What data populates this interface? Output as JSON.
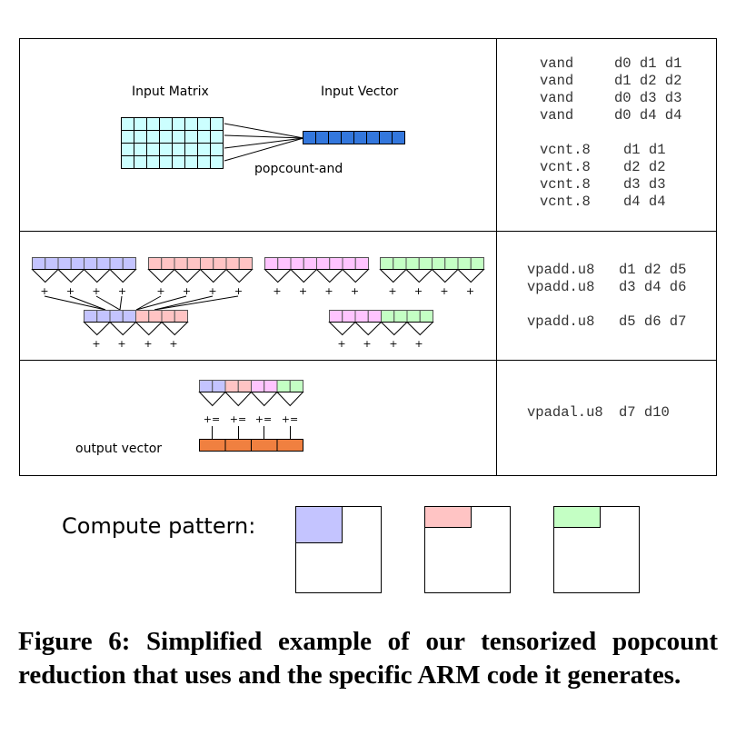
{
  "labels": {
    "input_matrix": "Input Matrix",
    "input_vector": "Input Vector",
    "popcount_and": "popcount-and",
    "output_vector": "output vector",
    "compute_pattern": "Compute pattern:"
  },
  "code": {
    "vand": [
      [
        "vand",
        "d0 d1 d1"
      ],
      [
        "vand",
        "d1 d2 d2"
      ],
      [
        "vand",
        "d0 d3 d3"
      ],
      [
        "vand",
        "d0 d4 d4"
      ]
    ],
    "vcnt": [
      [
        "vcnt.8",
        "d1 d1"
      ],
      [
        "vcnt.8",
        "d2 d2"
      ],
      [
        "vcnt.8",
        "d3 d3"
      ],
      [
        "vcnt.8",
        "d4 d4"
      ]
    ],
    "vpadd": [
      [
        "vpadd.u8",
        "d1 d2 d5"
      ],
      [
        "vpadd.u8",
        "d3 d4 d6"
      ],
      [
        "vpadd.u8",
        "d5 d6 d7"
      ]
    ],
    "vpadal": [
      [
        "vpadal.u8",
        "d7 d10"
      ]
    ]
  },
  "symbols": {
    "plus": "+",
    "plus_eq": "+="
  },
  "colors": {
    "matrix": "#ccffff",
    "vector": "#3377dd",
    "blue": "#c4c4ff",
    "red": "#ffc4c4",
    "magenta": "#ffc4ff",
    "green": "#c4ffc4",
    "output": "#f08040"
  },
  "caption": "Figure 6: Simplified example of our tensorized popcount reduction that uses and the specific ARM code it generates."
}
